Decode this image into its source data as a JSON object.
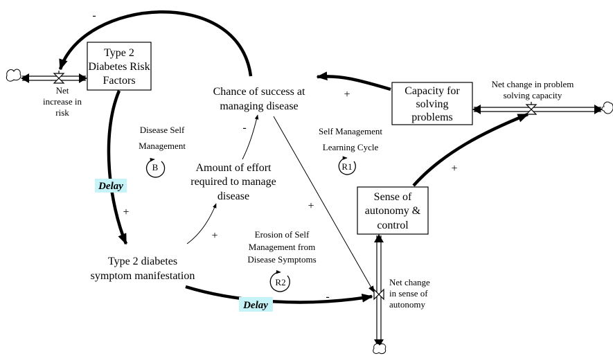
{
  "stocks": {
    "risk_factors": [
      "Type 2",
      "Diabetes Risk",
      "Factors"
    ],
    "problem_solving": [
      "Capacity for",
      "solving",
      "problems"
    ],
    "autonomy": [
      "Sense of",
      "autonomy &",
      "control"
    ]
  },
  "flows": {
    "net_risk": [
      "Net",
      "increase in",
      "risk"
    ],
    "net_problem": [
      "Net change in problem",
      "solving capacity"
    ],
    "net_autonomy": [
      "Net change",
      "in sense of",
      "autonomy"
    ]
  },
  "variables": {
    "chance_success": [
      "Chance of success at",
      "managing disease"
    ],
    "effort": [
      "Amount of effort",
      "required to manage",
      "disease"
    ],
    "symptom": [
      "Type 2 diabetes",
      "symptom manifestation"
    ]
  },
  "loops": {
    "disease_self_mgmt": {
      "symbol": "B",
      "title": [
        "Disease Self",
        "Management"
      ]
    },
    "learning_cycle": {
      "symbol": "R1",
      "title": [
        "Self Management",
        "Learning Cycle"
      ]
    },
    "erosion": {
      "symbol": "R2",
      "title": [
        "Erosion of Self",
        "Management from",
        "Disease Symptoms"
      ]
    }
  },
  "delays": {
    "label": "Delay"
  },
  "polarity": {
    "chance_to_risk": "-",
    "risk_to_symptom": "+",
    "symptom_to_effort": "+",
    "effort_to_chance": "-",
    "capacity_to_chance": "+",
    "chance_to_autonomy": "+",
    "symptom_to_autonomy": "-",
    "autonomy_to_capacity": "+"
  },
  "colors": {
    "line": "#000000",
    "delay_highlight": "#c5f3f8",
    "background": "#ffffff"
  }
}
